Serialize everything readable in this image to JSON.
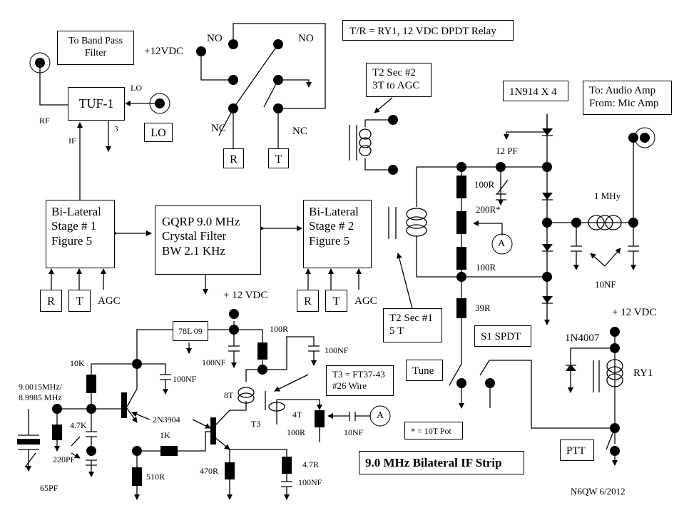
{
  "title": "9.0 MHz Bilateral IF Strip",
  "author_date": "N6QW 6/2012",
  "notes": {
    "relay_note": "T/R = RY1, 12 VDC DPDT Relay",
    "pot_note": "* = 10T Pot",
    "t3_note": [
      "T3 = FT37-43",
      "#26 Wire"
    ],
    "t2_sec2": [
      "T2 Sec #2",
      "3T to AGC"
    ],
    "t2_sec1": [
      "T2 Sec #1",
      "5 T"
    ],
    "diodes": "1N914 X 4",
    "audio": [
      "To: Audio Amp",
      "From: Mic Amp"
    ],
    "bandpass": [
      "To Band Pass",
      "Filter"
    ]
  },
  "blocks": {
    "mixer": "TUF-1",
    "lo_box": "LO",
    "stage1": [
      "Bi-Lateral",
      "Stage # 1",
      "Figure 5"
    ],
    "filter": [
      "GQRP  9.0 MHz",
      "Crystal Filter",
      "BW 2.1 KHz"
    ],
    "stage2": [
      "Bi-Lateral",
      "Stage # 2",
      "Figure 5"
    ],
    "regulator": "78L 09",
    "r_box": "R",
    "t_box": "T",
    "tune": "Tune",
    "s1": "S1 SPDT",
    "ptt": "PTT"
  },
  "labels": {
    "rf": "RF",
    "if": "IF",
    "lo": "LO",
    "pin3": "3",
    "plus12": "+12VDC",
    "plus12_spaced": "+ 12 VDC",
    "no": "NO",
    "nc": "NC",
    "agc": "AGC",
    "meter": "A",
    "ry1": "RY1",
    "diode_1n4007": "1N4007",
    "transistor": "2N3904",
    "t3": "T3",
    "turns_8t": "8T",
    "turns_4t": "4T"
  },
  "components": {
    "pf12": "12 PF",
    "r100": "100R",
    "r200": "200R*",
    "r39": "39R",
    "inductor": "1 MHy",
    "nf10": "10NF",
    "nf100": "100NF",
    "r10k": "10K",
    "r4k7": "4.7K",
    "r1k": "1K",
    "r510": "510R",
    "r470": "470R",
    "r4r7": "4.7R",
    "pf220": "220PF",
    "pf65": "65PF",
    "bfo_freq": [
      "9.0015MHz/",
      "8.9985 MHz"
    ]
  }
}
